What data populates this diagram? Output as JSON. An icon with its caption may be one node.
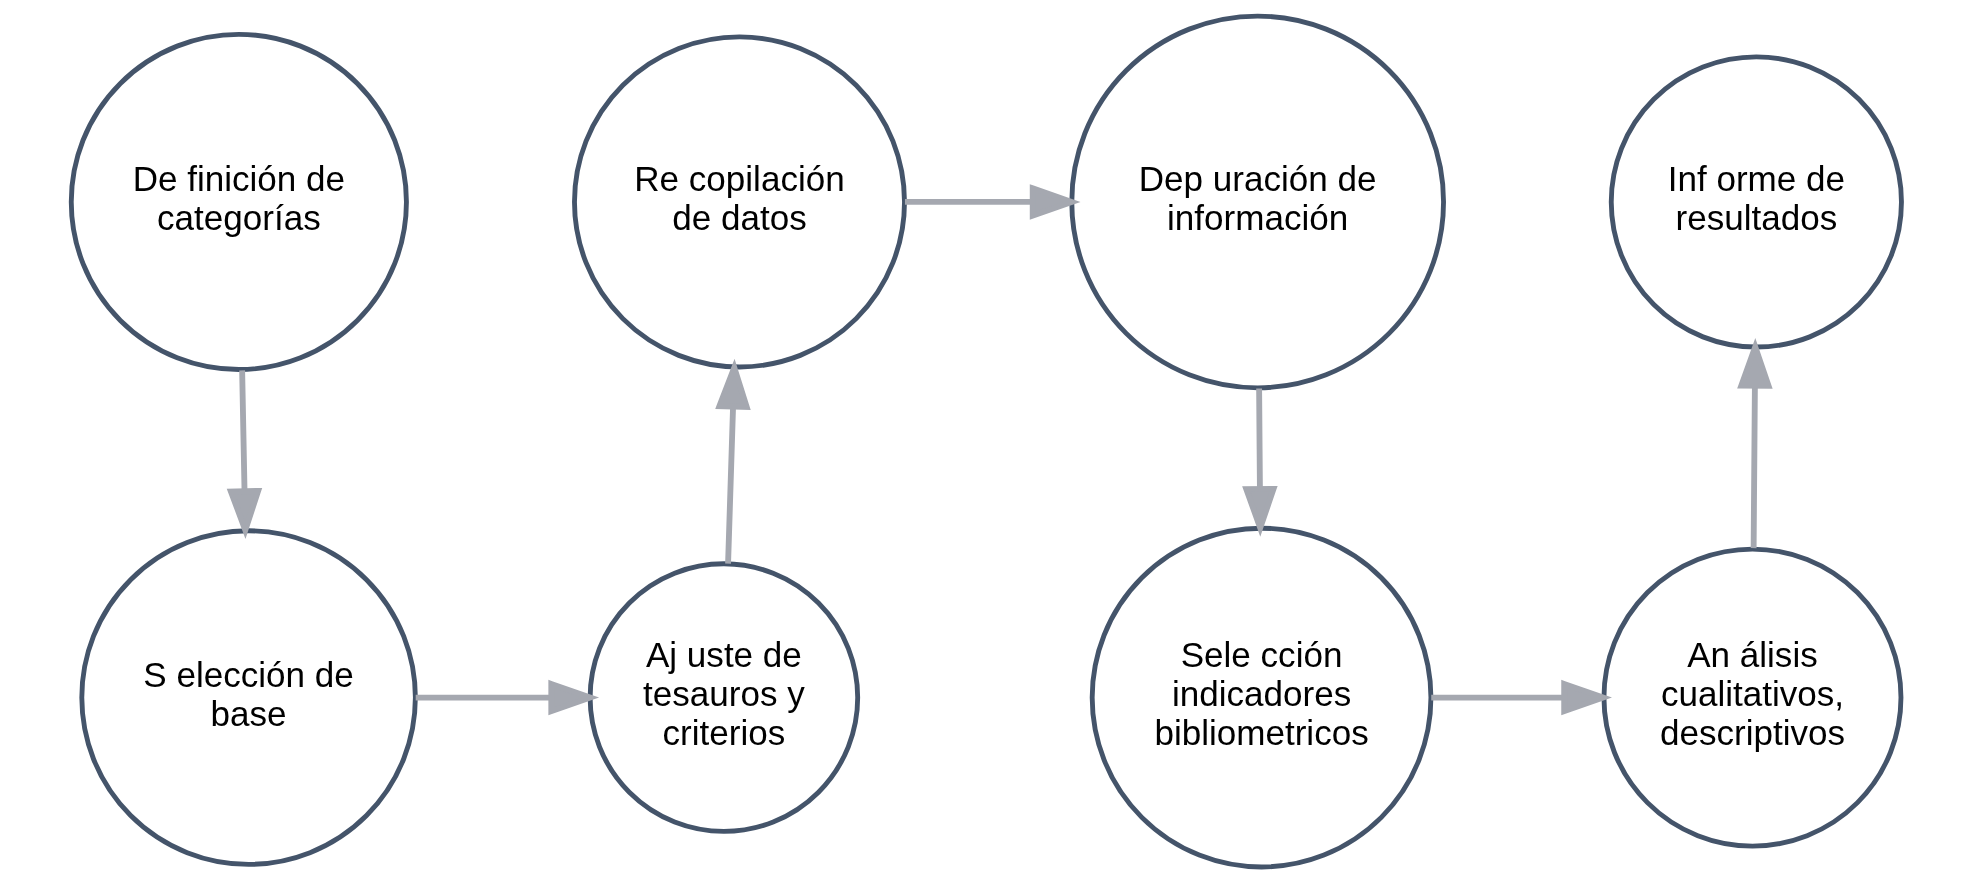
{
  "diagram": {
    "nodes": [
      {
        "text": [
          "De finición de categorías"
        ]
      },
      {
        "text": [
          "S elección de base"
        ]
      },
      {
        "text": [
          "Aj uste de tesauros y criterios"
        ]
      },
      {
        "text": [
          "Re copilación de datos"
        ]
      },
      {
        "text": [
          "Dep uración de información"
        ]
      },
      {
        "text": [
          "Sele cción indicadores bibliometricos"
        ]
      },
      {
        "text": [
          "An álisis cualitativos, descriptivos"
        ]
      },
      {
        "text": [
          "Inf orme de resultados"
        ]
      }
    ],
    "edges": [
      {
        "from": 0,
        "to": 1,
        "arrow": "to"
      },
      {
        "from": 1,
        "to": 2,
        "arrow": "to"
      },
      {
        "from": 2,
        "to": 3,
        "arrow": "to"
      },
      {
        "from": 3,
        "to": 4,
        "arrow": "to"
      },
      {
        "from": 4,
        "to": 5,
        "arrow": "to"
      },
      {
        "from": 5,
        "to": 6,
        "arrow": "to"
      },
      {
        "from": 6,
        "to": 7,
        "arrow": "to"
      }
    ]
  }
}
